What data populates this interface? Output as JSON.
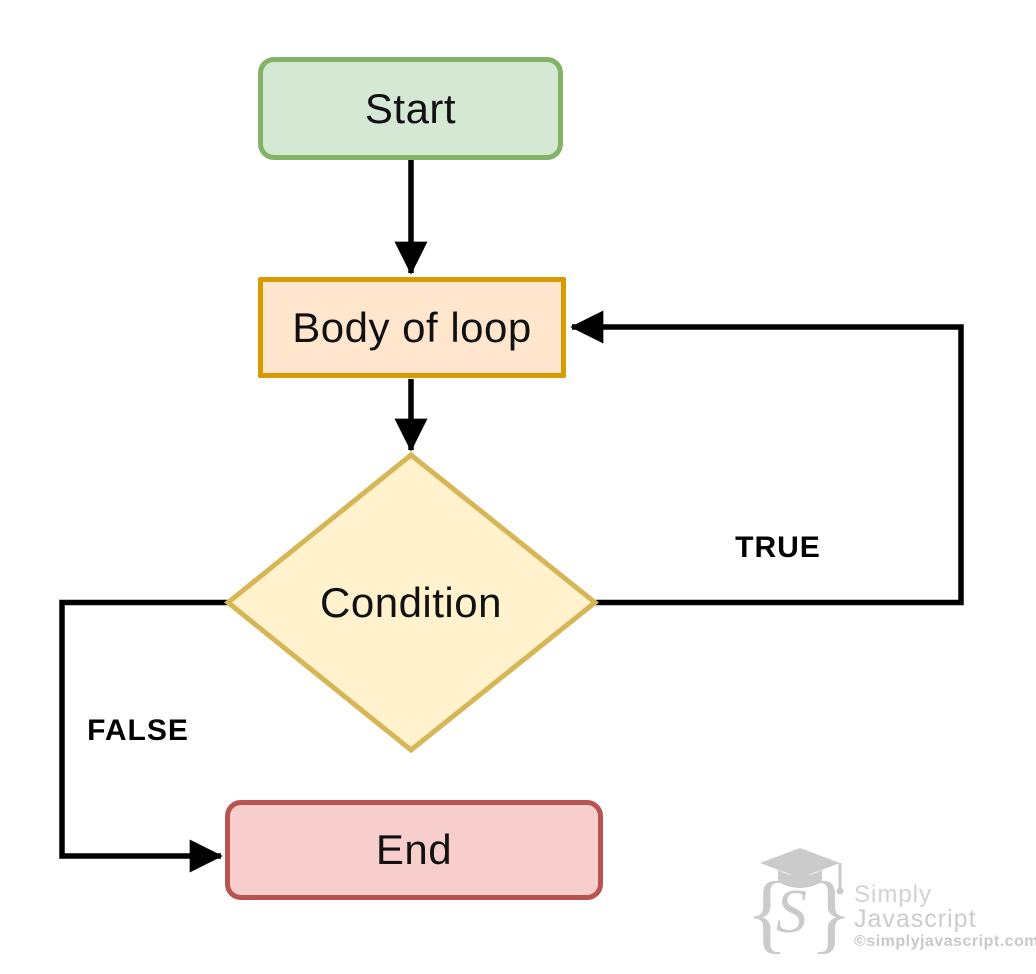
{
  "nodes": {
    "start": {
      "label": "Start",
      "shape": "rounded-rect",
      "fill": "#d5e8d4",
      "stroke": "#82b366"
    },
    "body": {
      "label": "Body of loop",
      "shape": "rect",
      "fill": "#ffe6cc",
      "stroke": "#d79b00"
    },
    "condition": {
      "label": "Condition",
      "shape": "diamond",
      "fill": "#fff2cc",
      "stroke": "#d6b656"
    },
    "end": {
      "label": "End",
      "shape": "rounded-rect",
      "fill": "#f8cecc",
      "stroke": "#b85450"
    }
  },
  "edges": {
    "line_color": "#000000",
    "start_to_body": "",
    "body_to_condition": "",
    "true_label": "TRUE",
    "false_label": "FALSE"
  },
  "watermark": {
    "brand_line1": "Simply",
    "brand_line2": "Javascript",
    "site": "©simplyjavascript.com",
    "color": "#cccccc"
  }
}
